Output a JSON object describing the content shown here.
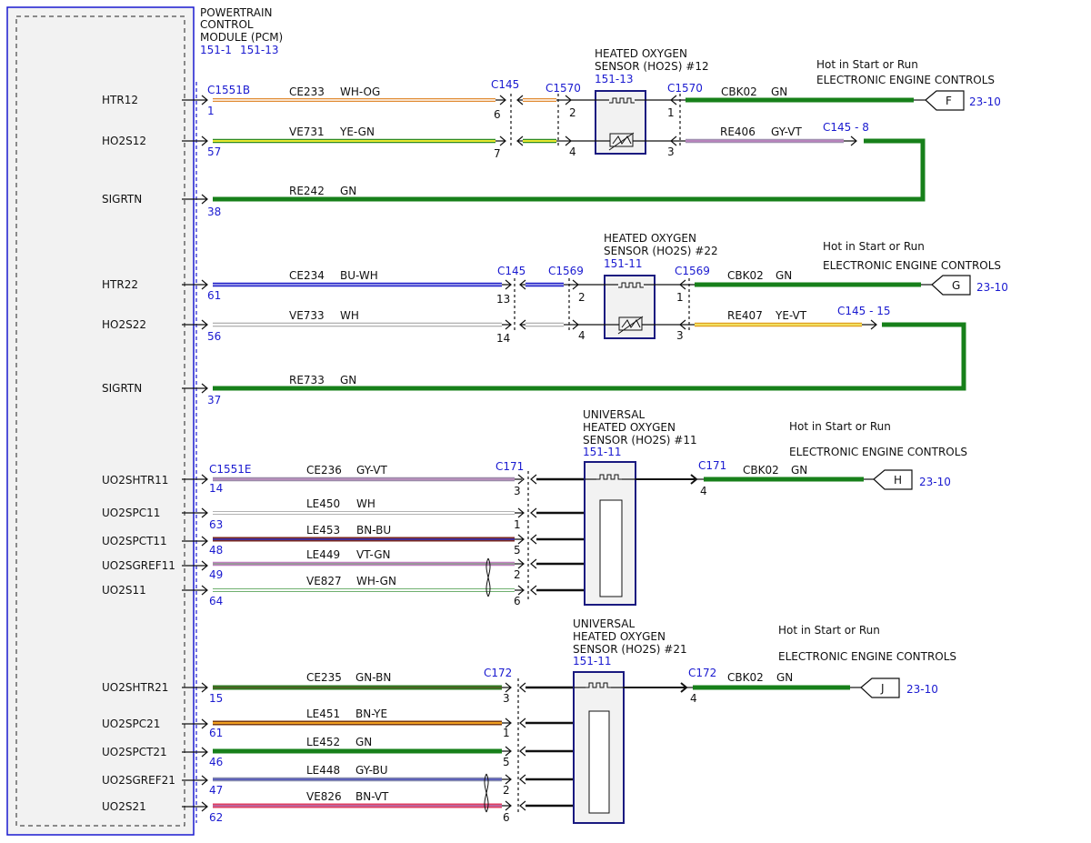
{
  "pcm": {
    "title_lines": [
      "POWERTRAIN",
      "CONTROL",
      "MODULE (PCM)"
    ],
    "refs": [
      "151-1",
      "151-13"
    ]
  },
  "pin_labels": [
    "HTR12",
    "HO2S12",
    "SIGRTN",
    "HTR22",
    "HO2S22",
    "SIGRTN",
    "UO2SHTR11",
    "UO2SPC11",
    "UO2SPCT11",
    "UO2SGREF11",
    "UO2S11",
    "UO2SHTR21",
    "UO2SPC21",
    "UO2SPCT21",
    "UO2SGREF21",
    "UO2S21"
  ],
  "pin_numbers": [
    "1",
    "57",
    "38",
    "61",
    "56",
    "37",
    "14",
    "63",
    "48",
    "49",
    "64",
    "15",
    "61",
    "46",
    "47",
    "62"
  ],
  "pcm_connectors": {
    "a": "C1551B",
    "b": "C1551E"
  },
  "wires": [
    {
      "circuit": "CE233",
      "color": "WH-OG"
    },
    {
      "circuit": "VE731",
      "color": "YE-GN"
    },
    {
      "circuit": "RE242",
      "color": "GN"
    },
    {
      "circuit": "CE234",
      "color": "BU-WH"
    },
    {
      "circuit": "VE733",
      "color": "WH"
    },
    {
      "circuit": "RE733",
      "color": "GN"
    },
    {
      "circuit": "CE236",
      "color": "GY-VT"
    },
    {
      "circuit": "LE450",
      "color": "WH"
    },
    {
      "circuit": "LE453",
      "color": "BN-BU"
    },
    {
      "circuit": "LE449",
      "color": "VT-GN"
    },
    {
      "circuit": "VE827",
      "color": "WH-GN"
    },
    {
      "circuit": "CE235",
      "color": "GN-BN"
    },
    {
      "circuit": "LE451",
      "color": "BN-YE"
    },
    {
      "circuit": "LE452",
      "color": "GN"
    },
    {
      "circuit": "LE448",
      "color": "GY-BU"
    },
    {
      "circuit": "VE826",
      "color": "BN-VT"
    }
  ],
  "inline_connectors": {
    "c145a": "C145",
    "c1570": "C1570",
    "c145b": "C145",
    "c1569": "C1569",
    "c171": "C171",
    "c172": "C172"
  },
  "inline_pins": {
    "c145a": [
      "6",
      "7"
    ],
    "c1570": [
      "2",
      "4"
    ],
    "c145b": [
      "13",
      "14"
    ],
    "c1569": [
      "2",
      "4"
    ],
    "c171": [
      "3",
      "1",
      "5",
      "2",
      "6"
    ],
    "c172": [
      "3",
      "1",
      "5",
      "2",
      "6"
    ]
  },
  "sensors": [
    {
      "title_lines": [
        "HEATED OXYGEN",
        "SENSOR (HO2S) #12"
      ],
      "ref": "151-13",
      "conn": "C1570",
      "pins": [
        "1",
        "3"
      ]
    },
    {
      "title_lines": [
        "HEATED OXYGEN",
        "SENSOR (HO2S) #22"
      ],
      "ref": "151-11",
      "conn": "C1569",
      "pins": [
        "1",
        "3"
      ]
    },
    {
      "title_lines": [
        "UNIVERSAL",
        "HEATED OXYGEN",
        "SENSOR (HO2S) #11"
      ],
      "ref": "151-11",
      "conn": "C171",
      "pins": [
        "4"
      ]
    },
    {
      "title_lines": [
        "UNIVERSAL",
        "HEATED OXYGEN",
        "SENSOR (HO2S) #21"
      ],
      "ref": "151-11",
      "conn": "C172",
      "pins": [
        "4"
      ]
    }
  ],
  "feeds": [
    {
      "hot": "Hot in Start or Run",
      "system": "ELECTRONIC ENGINE CONTROLS",
      "circuit": "CBK02",
      "color": "GN",
      "letter": "F",
      "ref": "23-10"
    },
    {
      "hot": "Hot in Start or Run",
      "system": "ELECTRONIC ENGINE CONTROLS",
      "circuit": "CBK02",
      "color": "GN",
      "letter": "G",
      "ref": "23-10"
    },
    {
      "hot": "Hot in Start or Run",
      "system": "ELECTRONIC ENGINE CONTROLS",
      "circuit": "CBK02",
      "color": "GN",
      "letter": "H",
      "ref": "23-10"
    },
    {
      "hot": "Hot in Start or Run",
      "system": "ELECTRONIC ENGINE CONTROLS",
      "circuit": "CBK02",
      "color": "GN",
      "letter": "J",
      "ref": "23-10"
    }
  ],
  "returns": [
    {
      "circuit": "RE406",
      "color": "GY-VT",
      "conn": "C145 - 8"
    },
    {
      "circuit": "RE407",
      "color": "YE-VT",
      "conn": "C145  - 15"
    }
  ],
  "wire_colors": {
    "green": "#17801a",
    "blue": "#2020c8",
    "yellow": "#d8d820",
    "orange": "#e07a20",
    "pink": "#e05070",
    "purple": "#b080b0",
    "brown": "#7a3a20",
    "white": "#ffffff",
    "black": "#111111",
    "link": "#1a1ad0",
    "box": "#1a1a80"
  }
}
